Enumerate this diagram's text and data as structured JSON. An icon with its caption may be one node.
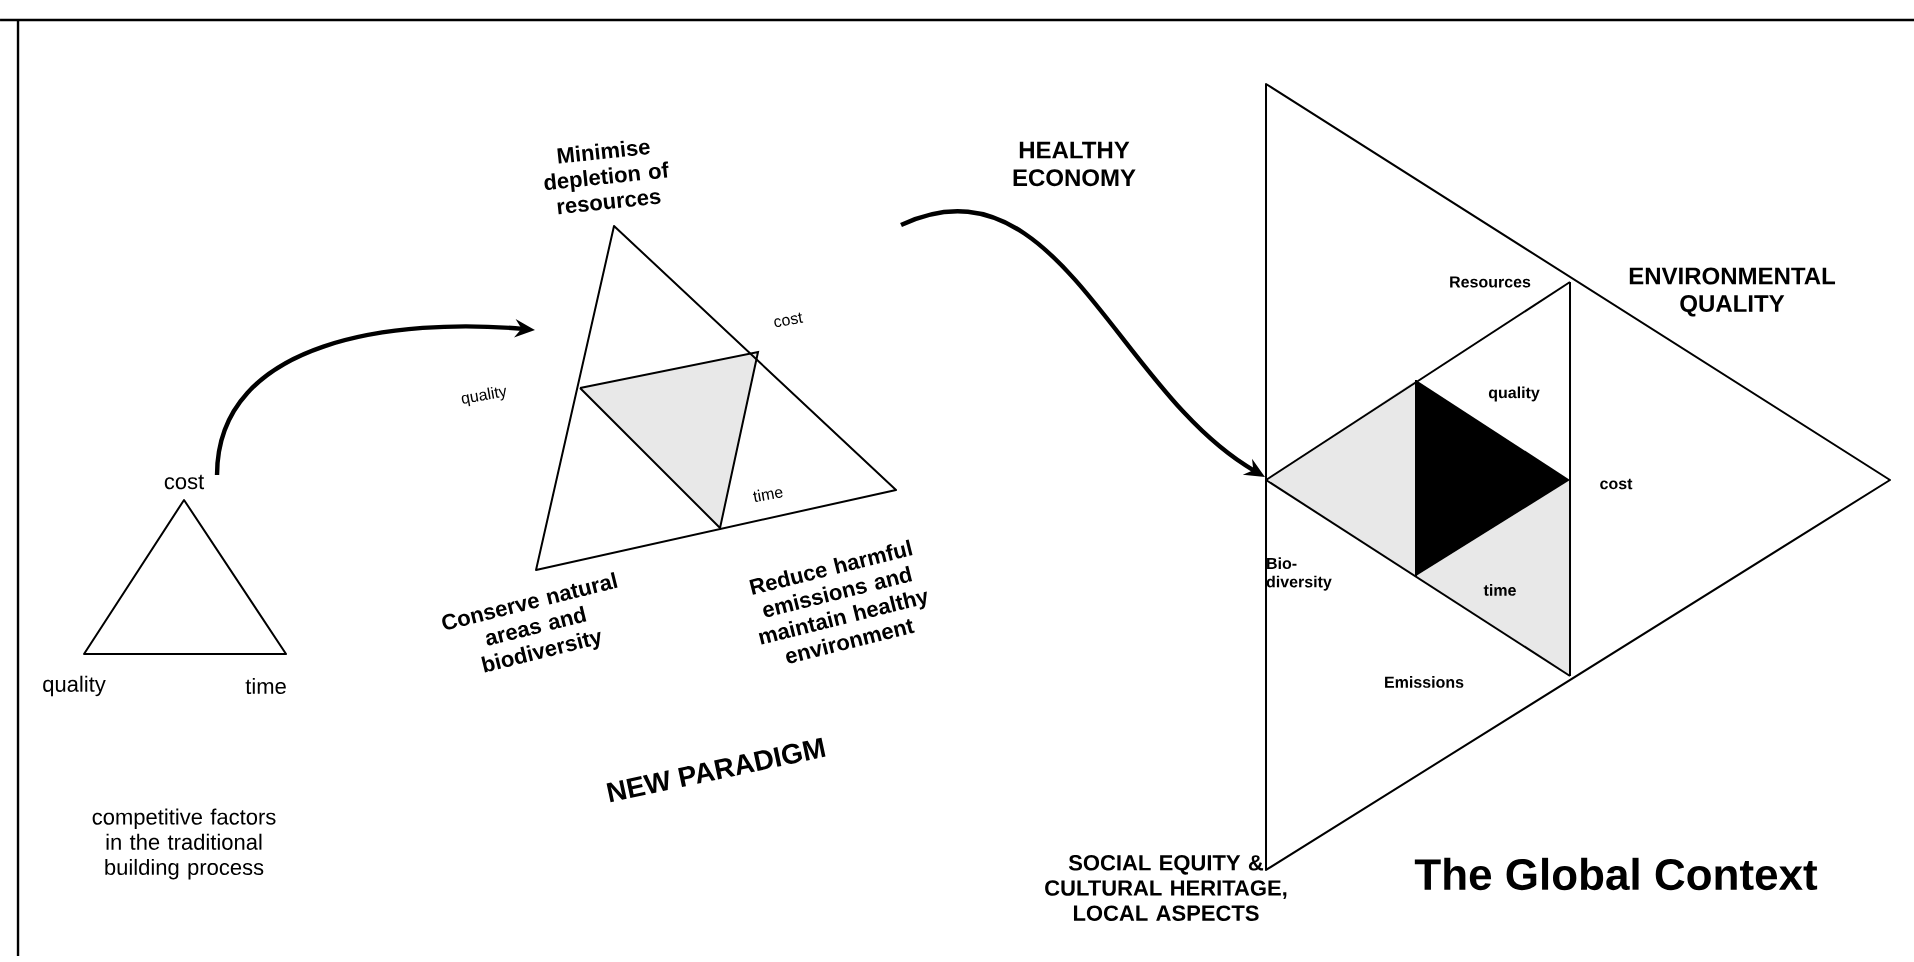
{
  "diagram": {
    "nodes": [
      {
        "text": [],
        "shape": "triangle"
      },
      {
        "text": [],
        "shape": "triangle",
        "beside": [
          "Minimise depletion of resources",
          "Conserve natural areas and biodiversity",
          "Reduce harmful emissions and maintain healthy environment"
        ]
      },
      {
        "text": [],
        "shape": "triangle"
      }
    ],
    "edges": [
      {
        "from": 0,
        "to": 1,
        "arrow": "to"
      },
      {
        "from": 1,
        "to": 2,
        "arrow": "to"
      }
    ],
    "labels": [
      "HEALTHY ECONOMY",
      "ENVIRONMENTAL QUALITY",
      "cost",
      "Resources",
      "quality",
      "quality",
      "cost",
      "cost",
      "time",
      "Bio-diversity",
      "time",
      "quality",
      "time",
      "Emissions",
      "NEW PARADIGM",
      "competitive factors in the traditional building process",
      "SOCIAL EQUITY & CULTURAL HERITAGE, LOCAL ASPECTS",
      "The Global Context"
    ]
  }
}
